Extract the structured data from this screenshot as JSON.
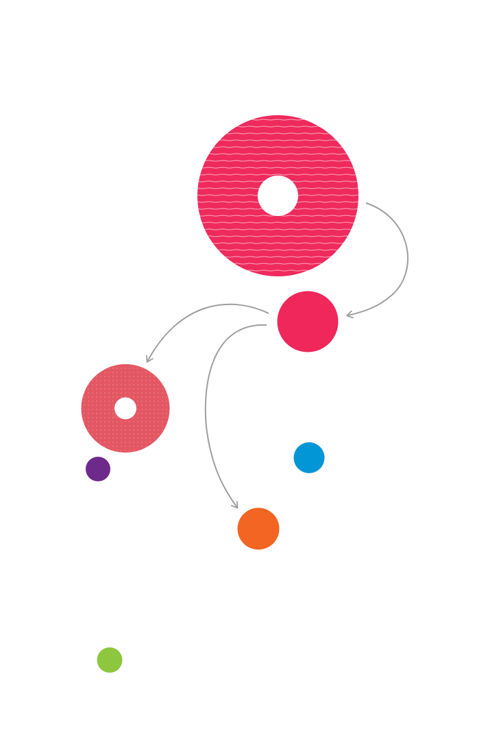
{
  "diagram": {
    "type": "flow-of-circles",
    "arrow_color": "#9e9e9e",
    "nodes": [
      {
        "id": "large-striped-ring",
        "fill": "#ef2a5c",
        "pattern": "horizontal-lines"
      },
      {
        "id": "pink-dot",
        "fill": "#ef275a"
      },
      {
        "id": "coral-dotted-ring",
        "fill": "#e35763",
        "pattern": "dots"
      },
      {
        "id": "purple-dot",
        "fill": "#6e2a8a"
      },
      {
        "id": "blue-dot",
        "fill": "#0396d6"
      },
      {
        "id": "orange-dot",
        "fill": "#f26522"
      },
      {
        "id": "green-dot",
        "fill": "#8dc63f"
      }
    ],
    "edges": [
      {
        "from": "large-striped-ring",
        "to": "pink-dot"
      },
      {
        "from": "pink-dot",
        "to": "coral-dotted-ring"
      },
      {
        "from": "pink-dot",
        "to": "orange-dot"
      }
    ]
  }
}
